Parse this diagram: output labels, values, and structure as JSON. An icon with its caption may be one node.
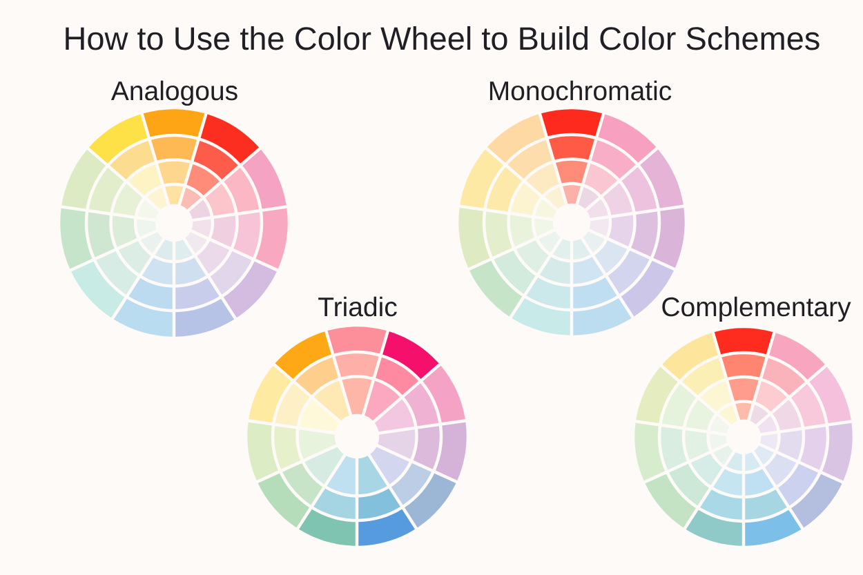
{
  "diagram": {
    "title": "How to Use the Color Wheel to Build Color Schemes",
    "nodes": [
      {
        "text": [
          "Analogous"
        ]
      },
      {
        "text": [
          "Monochromatic"
        ]
      },
      {
        "text": [
          "Triadic"
        ]
      },
      {
        "text": [
          "Complementary"
        ]
      }
    ]
  }
}
